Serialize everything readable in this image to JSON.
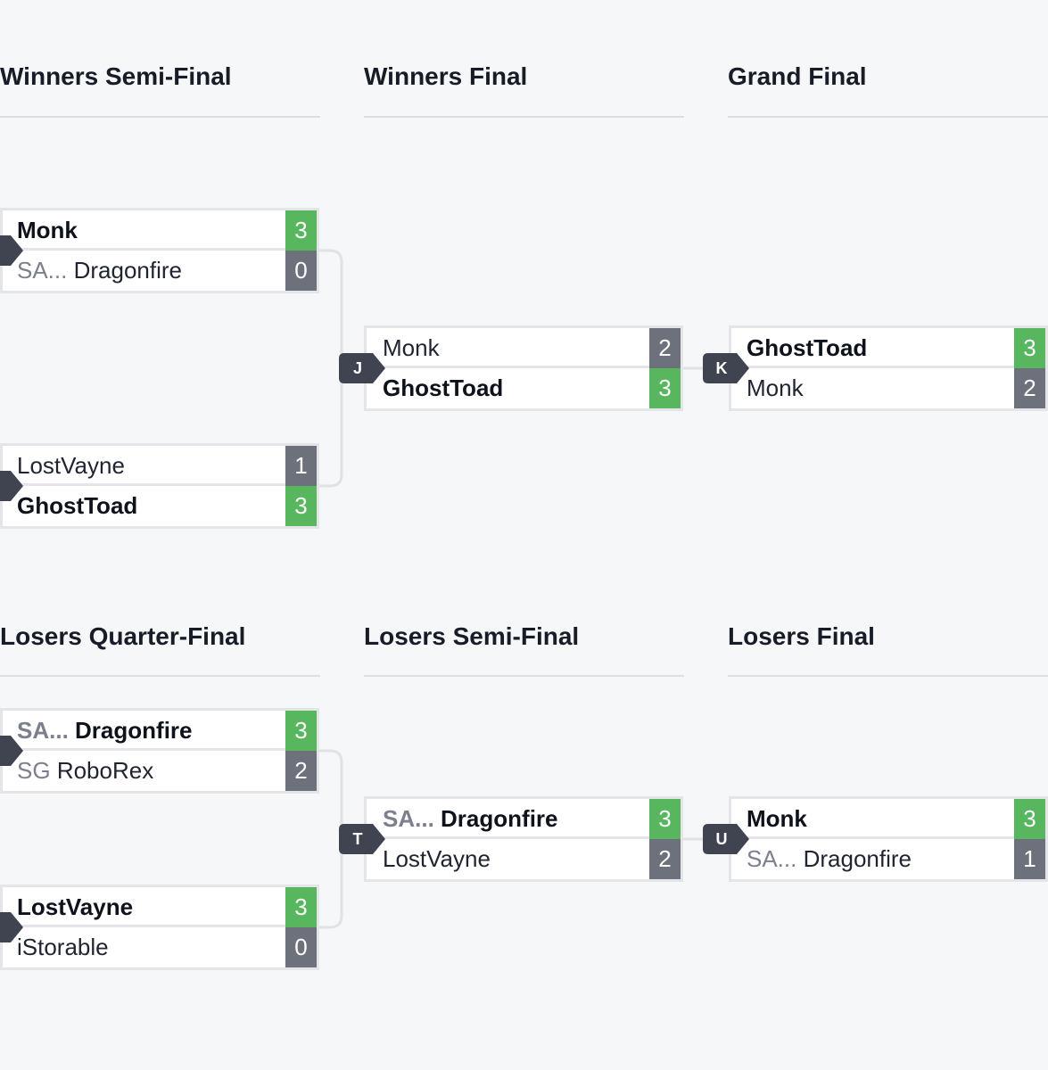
{
  "rounds": {
    "winners_semi": "Winners Semi-Final",
    "winners_final": "Winners Final",
    "grand_final": "Grand Final",
    "losers_quarter": "Losers Quarter-Final",
    "losers_semi": "Losers Semi-Final",
    "losers_final": "Losers Final"
  },
  "matches": {
    "ws1": {
      "p1": {
        "tag": "",
        "name": "Monk",
        "score": "3"
      },
      "p2": {
        "tag": "SA...",
        "name": "Dragonfire",
        "score": "0"
      }
    },
    "ws2": {
      "p1": {
        "tag": "",
        "name": "LostVayne",
        "score": "1"
      },
      "p2": {
        "tag": "",
        "name": "GhostToad",
        "score": "3"
      }
    },
    "wf": {
      "id": "J",
      "p1": {
        "tag": "",
        "name": "Monk",
        "score": "2"
      },
      "p2": {
        "tag": "",
        "name": "GhostToad",
        "score": "3"
      }
    },
    "gf": {
      "id": "K",
      "p1": {
        "tag": "",
        "name": "GhostToad",
        "score": "3"
      },
      "p2": {
        "tag": "",
        "name": "Monk",
        "score": "2"
      }
    },
    "lq1": {
      "p1": {
        "tag": "SA...",
        "name": "Dragonfire",
        "score": "3"
      },
      "p2": {
        "tag": "SG",
        "name": "RoboRex",
        "score": "2"
      }
    },
    "lq2": {
      "p1": {
        "tag": "",
        "name": "LostVayne",
        "score": "3"
      },
      "p2": {
        "tag": "",
        "name": "iStorable",
        "score": "0"
      }
    },
    "ls": {
      "id": "T",
      "p1": {
        "tag": "SA...",
        "name": "Dragonfire",
        "score": "3"
      },
      "p2": {
        "tag": "",
        "name": "LostVayne",
        "score": "2"
      }
    },
    "lf": {
      "id": "U",
      "p1": {
        "tag": "",
        "name": "Monk",
        "score": "3"
      },
      "p2": {
        "tag": "SA...",
        "name": "Dragonfire",
        "score": "1"
      }
    }
  },
  "colors": {
    "win_score": "#58b65f",
    "loss_score": "#6d717b",
    "badge": "#3f4450",
    "connector": "#e0e2e6"
  }
}
